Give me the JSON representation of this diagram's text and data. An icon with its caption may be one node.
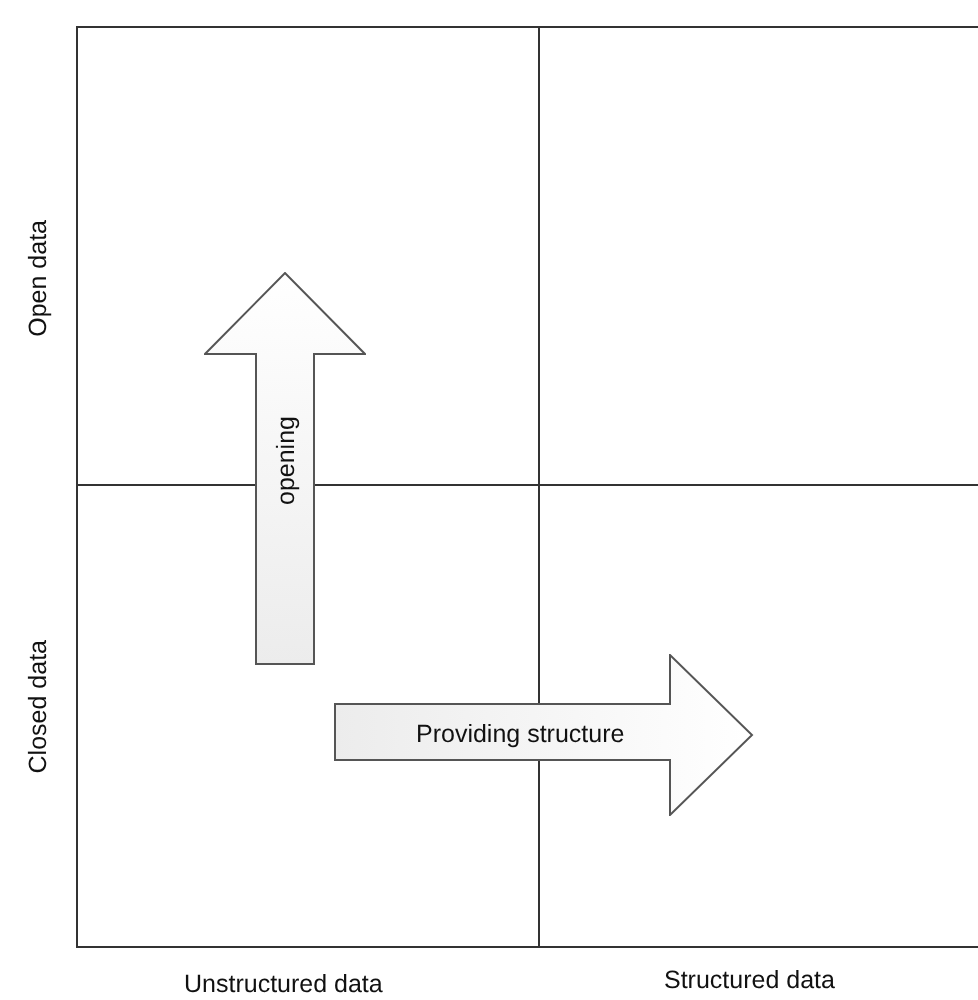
{
  "diagram": {
    "nodes": [
      {
        "text": [
          "opening"
        ]
      },
      {
        "text": [
          "Providing structure"
        ]
      }
    ],
    "labels": [
      "Open data",
      "Closed data",
      "Unstructured data",
      "Structured data"
    ]
  }
}
